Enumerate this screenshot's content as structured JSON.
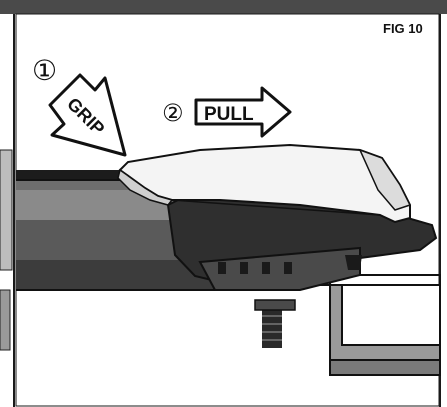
{
  "figure": {
    "label": "FIG 10"
  },
  "steps": [
    {
      "number": "①",
      "action": "GRIP"
    },
    {
      "number": "②",
      "action": "PULL"
    }
  ],
  "colors": {
    "header_band": "#4a4a4a",
    "frame_border": "#1a1a1a",
    "rail_dark": "#3c3c3c",
    "rail_mid": "#6e6e6e",
    "handle_dark": "#2f2f2f",
    "cover_light": "#f4f4f4",
    "outline": "#111111"
  }
}
